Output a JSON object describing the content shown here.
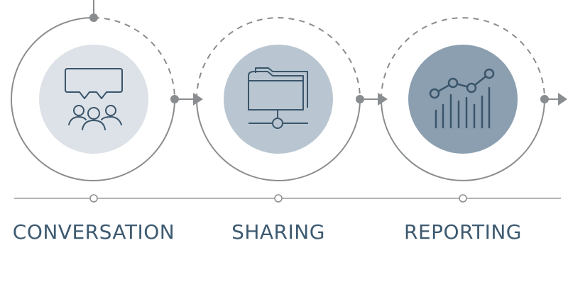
{
  "colors": {
    "ring": "#8a8d90",
    "axis": "#9a9a9a",
    "label": "#3d5a70",
    "icon_dark": "#3a556b",
    "icon_light": "#f2f5f8"
  },
  "steps": [
    {
      "label": "CONVERSATION",
      "icon": "conversation-icon",
      "circle_fill": "#dde2e8"
    },
    {
      "label": "SHARING",
      "icon": "folder-network-icon",
      "circle_fill": "#b9c6d1"
    },
    {
      "label": "REPORTING",
      "icon": "line-chart-icon",
      "circle_fill": "#8c9fb0"
    }
  ]
}
